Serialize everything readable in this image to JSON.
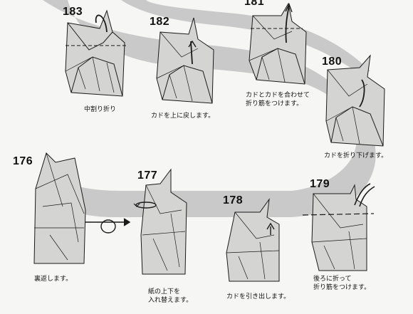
{
  "steps": [
    {
      "number": "183",
      "caption": [
        "中割り折り"
      ]
    },
    {
      "number": "182",
      "caption": [
        "カドを上に戻します。"
      ]
    },
    {
      "number": "181",
      "caption": [
        "カドとカドを合わせて",
        "折り筋をつけます。"
      ]
    },
    {
      "number": "180",
      "caption": [
        "カドを折り下げます。"
      ]
    },
    {
      "number": "176",
      "caption": [
        "裏返します。"
      ]
    },
    {
      "number": "177",
      "caption": [
        "紙の上下を",
        "入れ替えます。"
      ]
    },
    {
      "number": "178",
      "caption": [
        "カドを引き出します。"
      ]
    },
    {
      "number": "179",
      "caption": [
        "後ろに折って",
        "折り筋をつけます。"
      ]
    }
  ],
  "colors": {
    "paper": "#f6f6f4",
    "band": "#c9c9c9",
    "fold_fill": "#d4d4d2",
    "line": "#1a1a1a"
  }
}
